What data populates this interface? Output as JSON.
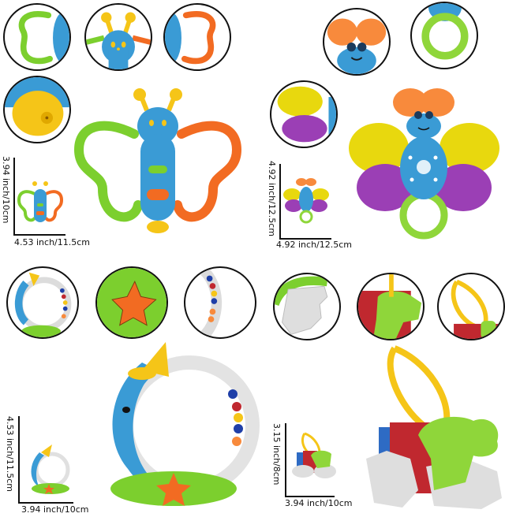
{
  "panels": [
    {
      "name": "butterfly-rattle",
      "dimensions": {
        "height_label": "3.94 inch/10cm",
        "width_label": "4.53 inch/11.5cm"
      },
      "detail_views": [
        "green-ring-wing",
        "antenna-face",
        "orange-ring-wing",
        "yellow-bottom-cap"
      ]
    },
    {
      "name": "bee-teether",
      "dimensions": {
        "height_label": "4.92 inch/12.5cm",
        "width_label": "4.92 inch/12.5cm"
      },
      "detail_views": [
        "orange-ears-face",
        "green-teething-ring",
        "yellow-purple-wings"
      ]
    },
    {
      "name": "moon-rattle",
      "dimensions": {
        "height_label": "4.53 inch/11.5cm",
        "width_label": "3.94 inch/10cm"
      },
      "detail_views": [
        "moon-ring-overview",
        "orange-star-button",
        "bead-ring"
      ]
    },
    {
      "name": "keys-rattle",
      "dimensions": {
        "height_label": "3.15 inch/8cm",
        "width_label": "3.94 inch/10cm"
      },
      "detail_views": [
        "white-key",
        "green-red-keys",
        "yellow-loop-handle"
      ]
    }
  ],
  "colors": {
    "blue": "#3a9bd5",
    "green": "#7ccf2e",
    "orange": "#f26b22",
    "yellow": "#f5c518",
    "purple": "#9b3fb5",
    "red": "#c0282f",
    "grey": "#d9d9d9"
  }
}
